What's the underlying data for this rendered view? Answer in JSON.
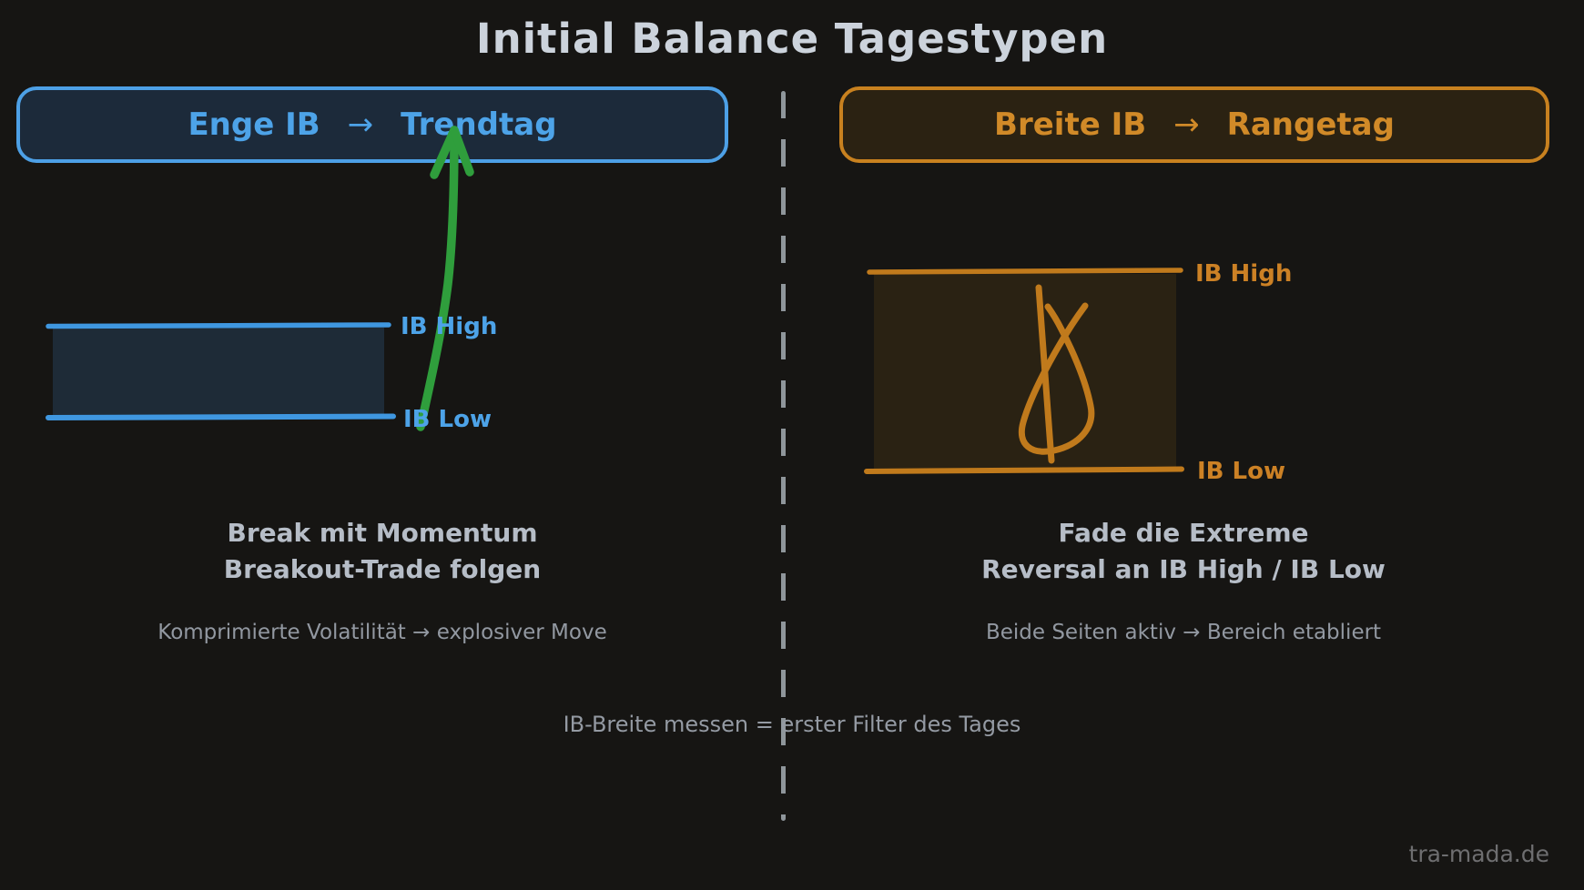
{
  "title": "Initial Balance Tagestypen",
  "left_panel": {
    "header": {
      "prefix": "Enge IB",
      "arrow": "→",
      "suffix": "Trendtag"
    },
    "ib_high_label": "IB High",
    "ib_low_label": "IB Low",
    "line1": "Break mit Momentum",
    "line2": "Breakout-Trade folgen",
    "subline": "Komprimierte Volatilität → explosiver Move",
    "accent_color": "#4da3e8",
    "box_fill": "#1c2a3a",
    "range_fill": "#1e2b37"
  },
  "right_panel": {
    "header": {
      "prefix": "Breite IB",
      "arrow": "→",
      "suffix": "Rangetag"
    },
    "ib_high_label": "IB High",
    "ib_low_label": "IB Low",
    "line1": "Fade die Extreme",
    "line2": "Reversal an IB High / IB Low",
    "subline": "Beide Seiten aktiv → Bereich etabliert",
    "accent_color": "#cc8125",
    "box_fill": "#2b2212",
    "range_fill": "#2a2213"
  },
  "footer_note": "IB-Breite messen = erster Filter des Tages",
  "watermark": "tra-mada.de",
  "colors": {
    "background": "#161513",
    "title_text": "#ccd3dc",
    "blue_accent": "#4da3e8",
    "orange_accent": "#c8811f",
    "green_arrow": "#2f9e3c",
    "body_text": "#b6bdc7",
    "secondary_text": "#9298a1",
    "divider": "#8f969b",
    "watermark_text": "#6e6e70"
  },
  "icons": {
    "breakout_arrow": "green-up-arrow",
    "range_squiggle": "orange-scribble-loop",
    "divider": "dashed-vertical-line"
  }
}
